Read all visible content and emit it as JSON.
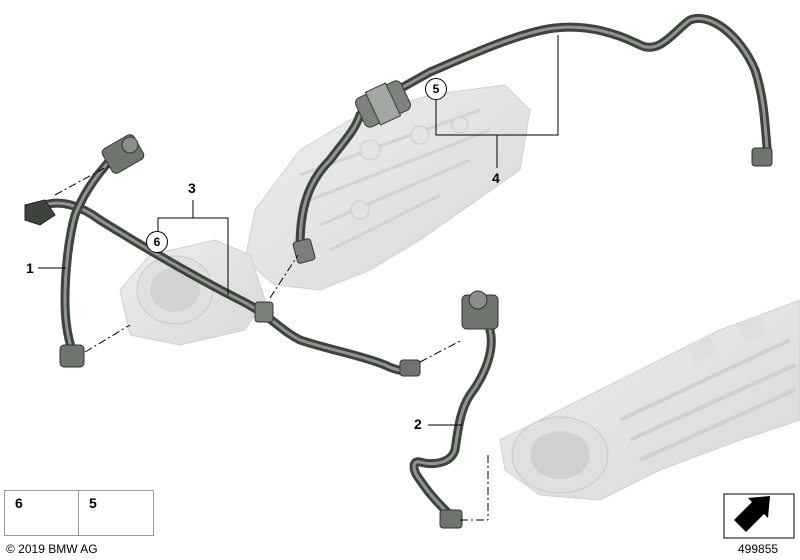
{
  "callouts": {
    "part1": "1",
    "part2": "2",
    "part3": "3",
    "part4": "4",
    "part5_circled": "5",
    "part6_circled": "6"
  },
  "legend": {
    "item6": "6",
    "item5": "5"
  },
  "footer": {
    "copyright": "© 2019 BMW AG",
    "diagram_number": "499855"
  },
  "icons": {
    "nav": "arrow-southwest-icon"
  }
}
